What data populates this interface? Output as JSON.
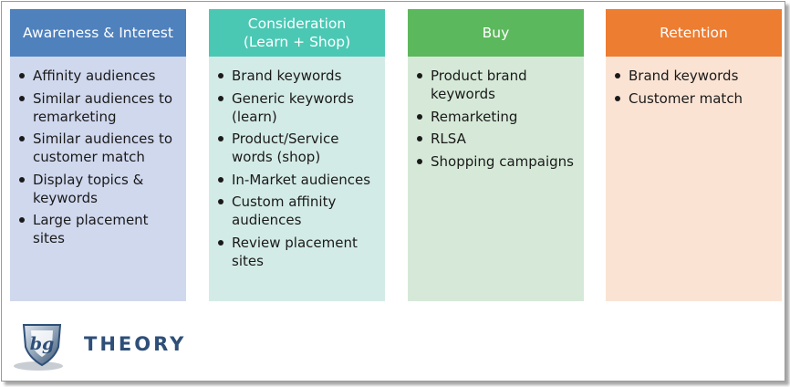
{
  "columns": [
    {
      "title": "Awareness & Interest",
      "header_color": "#4f81bd",
      "body_color": "#d0d8ee",
      "items": [
        "Affinity audiences",
        "Similar audiences to remarketing",
        "Similar audiences to customer match",
        "Display topics & keywords",
        "Large placement sites"
      ]
    },
    {
      "title": "Consideration\n(Learn + Shop)",
      "header_color": "#4bc8b4",
      "body_color": "#d3ebe6",
      "items": [
        "Brand keywords",
        "Generic keywords (learn)",
        "Product/Service words (shop)",
        "In-Market audiences",
        "Custom affinity audiences",
        "Review placement sites"
      ]
    },
    {
      "title": "Buy",
      "header_color": "#5cb85c",
      "body_color": "#d6e9d8",
      "items": [
        "Product brand keywords",
        "Remarketing",
        "RLSA",
        "Shopping campaigns"
      ]
    },
    {
      "title": "Retention",
      "header_color": "#ed7d31",
      "body_color": "#fbe3d3",
      "items": [
        "Brand keywords",
        "Customer match"
      ]
    }
  ],
  "logo": {
    "monogram": "bg",
    "word": "THEORY",
    "shield_color": "#2e4f78"
  }
}
